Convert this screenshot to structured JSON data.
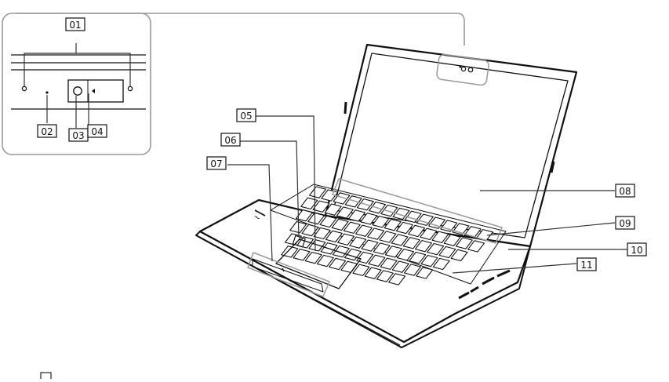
{
  "callouts": [
    {
      "id": "c01",
      "label": "01"
    },
    {
      "id": "c02",
      "label": "02"
    },
    {
      "id": "c03",
      "label": "03"
    },
    {
      "id": "c04",
      "label": "04"
    },
    {
      "id": "c05",
      "label": "05"
    },
    {
      "id": "c06",
      "label": "06"
    },
    {
      "id": "c07",
      "label": "07"
    },
    {
      "id": "c08",
      "label": "08"
    },
    {
      "id": "c09",
      "label": "09"
    },
    {
      "id": "c10",
      "label": "10"
    },
    {
      "id": "c11",
      "label": "11"
    }
  ],
  "icons": {
    "laptop": "laptop-illustration",
    "camera_inset": "camera-area-detail",
    "logo": "vaio-logo"
  },
  "colors": {
    "line": "#111111",
    "inset_border": "#9a9a9a",
    "callout_leader": "#333333"
  }
}
